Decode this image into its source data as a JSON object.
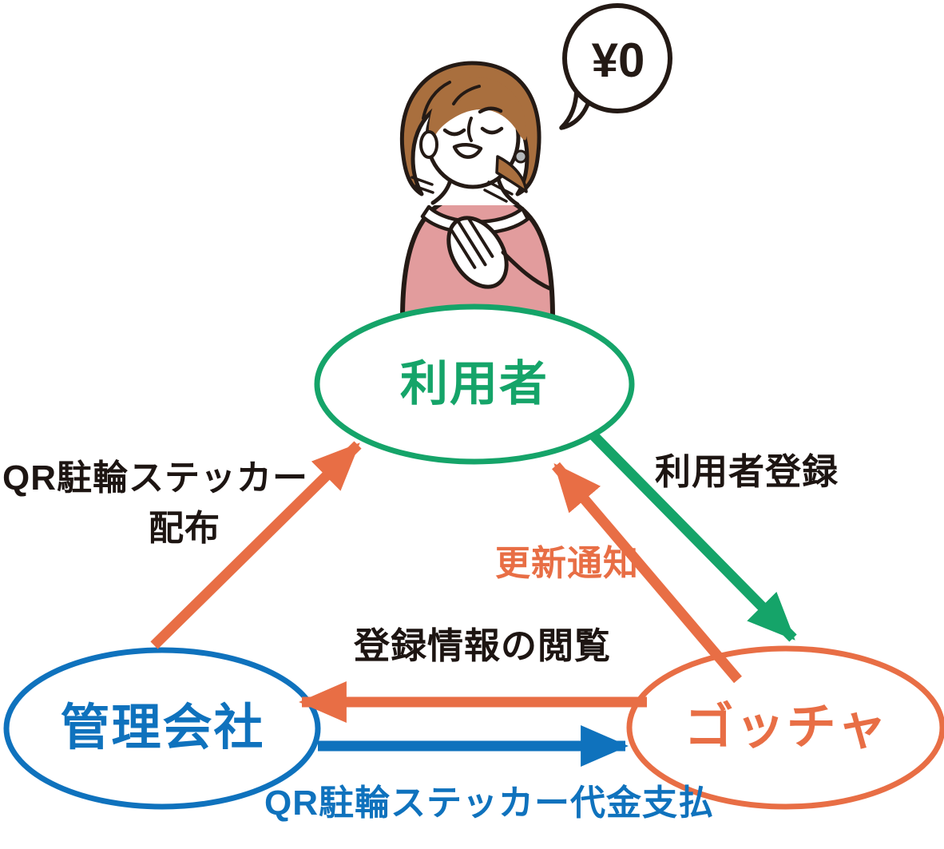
{
  "bubble": {
    "text": "¥0"
  },
  "nodes": {
    "user": {
      "label": "利用者"
    },
    "management": {
      "label": "管理会社"
    },
    "gotcha": {
      "label": "ゴッチャ"
    }
  },
  "edges": {
    "sticker_distribution": {
      "label_line1": "QR駐輪ステッカー",
      "label_line2": "配布",
      "from": "管理会社",
      "to": "利用者"
    },
    "user_registration": {
      "label": "利用者登録",
      "from": "利用者",
      "to": "ゴッチャ"
    },
    "update_notice": {
      "label": "更新通知",
      "from": "ゴッチャ",
      "to": "利用者"
    },
    "registration_info_view": {
      "label": "登録情報の閲覧",
      "from": "ゴッチャ",
      "to": "管理会社"
    },
    "sticker_payment": {
      "label": "QR駐輪ステッカー代金支払",
      "from": "管理会社",
      "to": "ゴッチャ"
    }
  },
  "colors": {
    "green": "#15a469",
    "orange": "#e86e45",
    "blue": "#0f72bd",
    "line-black": "#241a15",
    "text-black": "#1d1512",
    "pink": "#e29c9d",
    "hair": "#a96f3e",
    "earring": "#b4b8ba"
  }
}
